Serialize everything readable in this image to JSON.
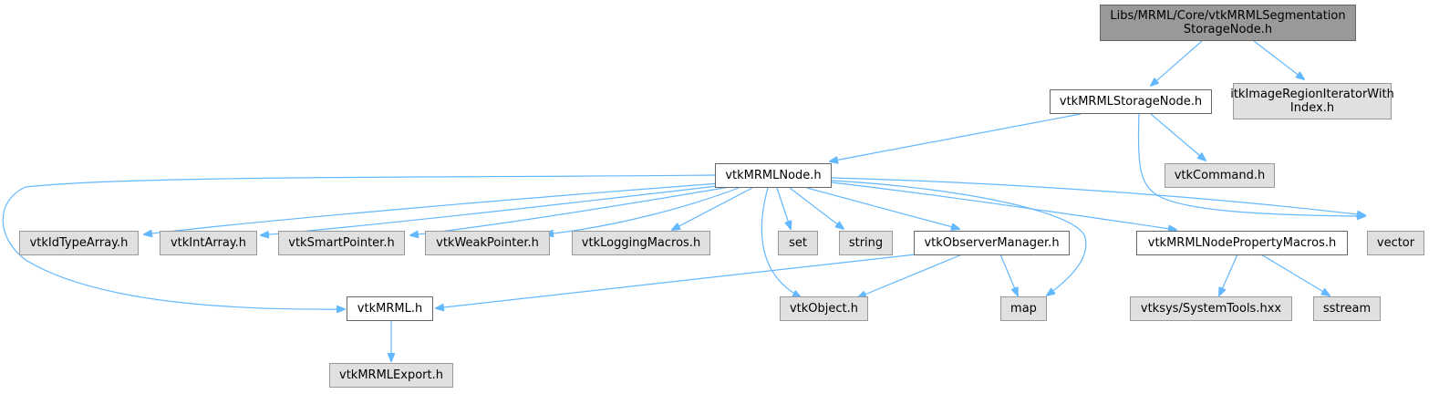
{
  "colors": {
    "edge": "#63b8ff",
    "root_fill": "#999999",
    "doc_fill": "#ffffff",
    "system_fill": "#e0e0e0"
  },
  "nodes": {
    "root": {
      "label": "Libs/MRML/Core/vtkMRMLSegmentation\nStorageNode.h"
    },
    "storage_node": {
      "label": "vtkMRMLStorageNode.h"
    },
    "itk_iterator": {
      "label": "itkImageRegionIteratorWith\nIndex.h"
    },
    "mrml_node": {
      "label": "vtkMRMLNode.h"
    },
    "command": {
      "label": "vtkCommand.h"
    },
    "id_type_array": {
      "label": "vtkIdTypeArray.h"
    },
    "int_array": {
      "label": "vtkIntArray.h"
    },
    "smart_pointer": {
      "label": "vtkSmartPointer.h"
    },
    "weak_pointer": {
      "label": "vtkWeakPointer.h"
    },
    "logging_macros": {
      "label": "vtkLoggingMacros.h"
    },
    "set": {
      "label": "set"
    },
    "string": {
      "label": "string"
    },
    "observer_manager": {
      "label": "vtkObserverManager.h"
    },
    "node_property_macros": {
      "label": "vtkMRMLNodePropertyMacros.h"
    },
    "vector": {
      "label": "vector"
    },
    "mrml": {
      "label": "vtkMRML.h"
    },
    "object": {
      "label": "vtkObject.h"
    },
    "map": {
      "label": "map"
    },
    "system_tools": {
      "label": "vtksys/SystemTools.hxx"
    },
    "sstream": {
      "label": "sstream"
    },
    "mrml_export": {
      "label": "vtkMRMLExport.h"
    }
  }
}
